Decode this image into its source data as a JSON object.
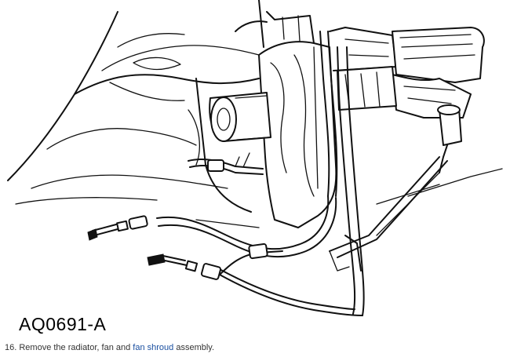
{
  "figure": {
    "code": "AQ0691-A"
  },
  "caption": {
    "step_number": "16.",
    "text_before": "Remove the radiator, fan and",
    "link_text": "fan shroud",
    "text_after": "assembly."
  }
}
